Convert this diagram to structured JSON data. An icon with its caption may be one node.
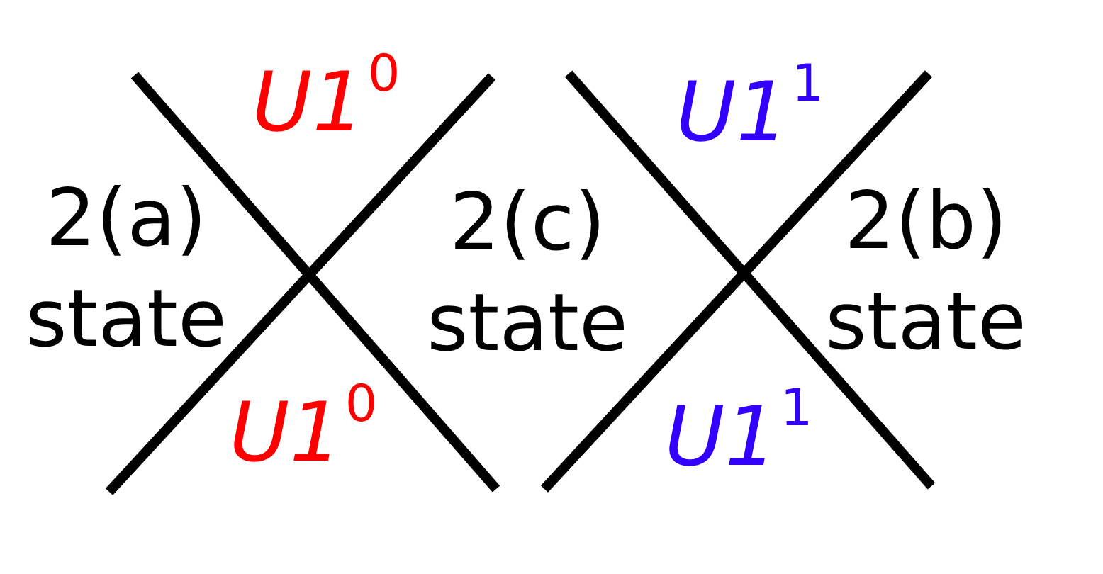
{
  "diagram": {
    "labels": [
      "*U1*$^{0}$",
      "*U1*$^{1}$",
      "2(a) state",
      "2(c) state",
      "2(b) state",
      "*U1*$^{0}$",
      "*U1*$^{1}$"
    ]
  }
}
